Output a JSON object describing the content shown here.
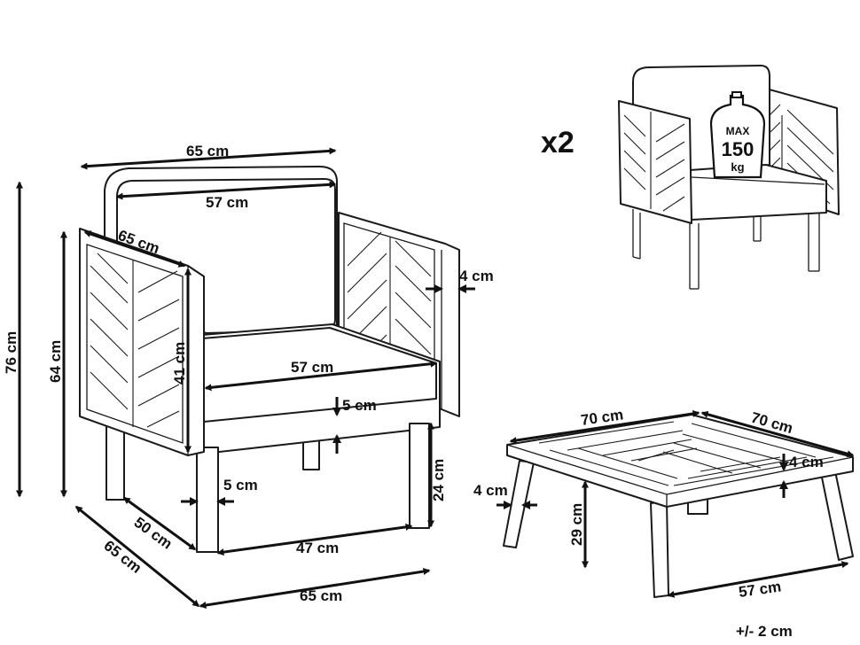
{
  "chair": {
    "total_width": "65 cm",
    "backrest_width": "57 cm",
    "armrest_depth": "65 cm",
    "armrest_thickness": "4 cm",
    "total_height": "76 cm",
    "armrest_height": "64 cm",
    "seat_height_to_armrest": "41 cm",
    "seat_width": "57 cm",
    "cushion_thickness": "5 cm",
    "seat_height": "24 cm",
    "leg_width": "5 cm",
    "seat_depth": "50 cm",
    "depth": "65 cm",
    "leg_span": "47 cm",
    "front_width": "65 cm"
  },
  "quantity": "x2",
  "max_load": {
    "label": "MAX",
    "value": "150",
    "unit": "kg"
  },
  "table": {
    "width": "70 cm",
    "depth": "70 cm",
    "top_thickness": "4 cm",
    "leg_width": "4 cm",
    "height": "29 cm",
    "leg_span": "57 cm"
  },
  "tolerance": "+/- 2 cm",
  "colors": {
    "line": "#1a1a1a",
    "background": "#ffffff"
  }
}
